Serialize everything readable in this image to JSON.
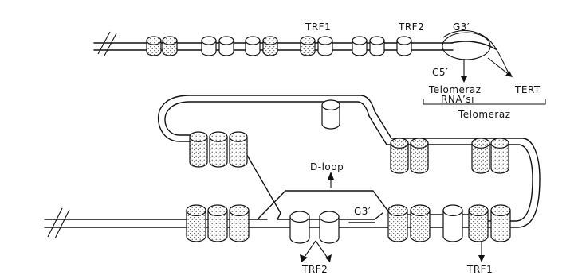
{
  "labels": {
    "trf1_top": "TRF1",
    "trf2_top": "TRF2",
    "g3_top": "G3′",
    "c5": "C5′",
    "telomeraz_rna": "Telomeraz",
    "rna_si": "RNA’sı",
    "tert": "TERT",
    "telomeraz": "Telomeraz",
    "d_loop": "D-loop",
    "g3_bottom": "G3′",
    "trf2_bottom": "TRF2",
    "trf1_bottom": "TRF1"
  },
  "colors": {
    "ink": "#111111",
    "paper": "#ffffff",
    "stipple": "#555555"
  },
  "proteins": {
    "top": [
      "dotted",
      "dotted",
      "plain",
      "plain",
      "plain",
      "dotted",
      "dotted",
      "plain",
      "plain",
      "plain",
      "plain"
    ],
    "upper_loop": [
      "dotted",
      "dotted",
      "dotted",
      "plain",
      "dotted",
      "dotted",
      "dotted",
      "dotted"
    ],
    "bottom": [
      "dotted",
      "dotted",
      "dotted",
      "plain",
      "plain",
      "dotted",
      "dotted",
      "plain",
      "dotted",
      "dotted"
    ]
  }
}
